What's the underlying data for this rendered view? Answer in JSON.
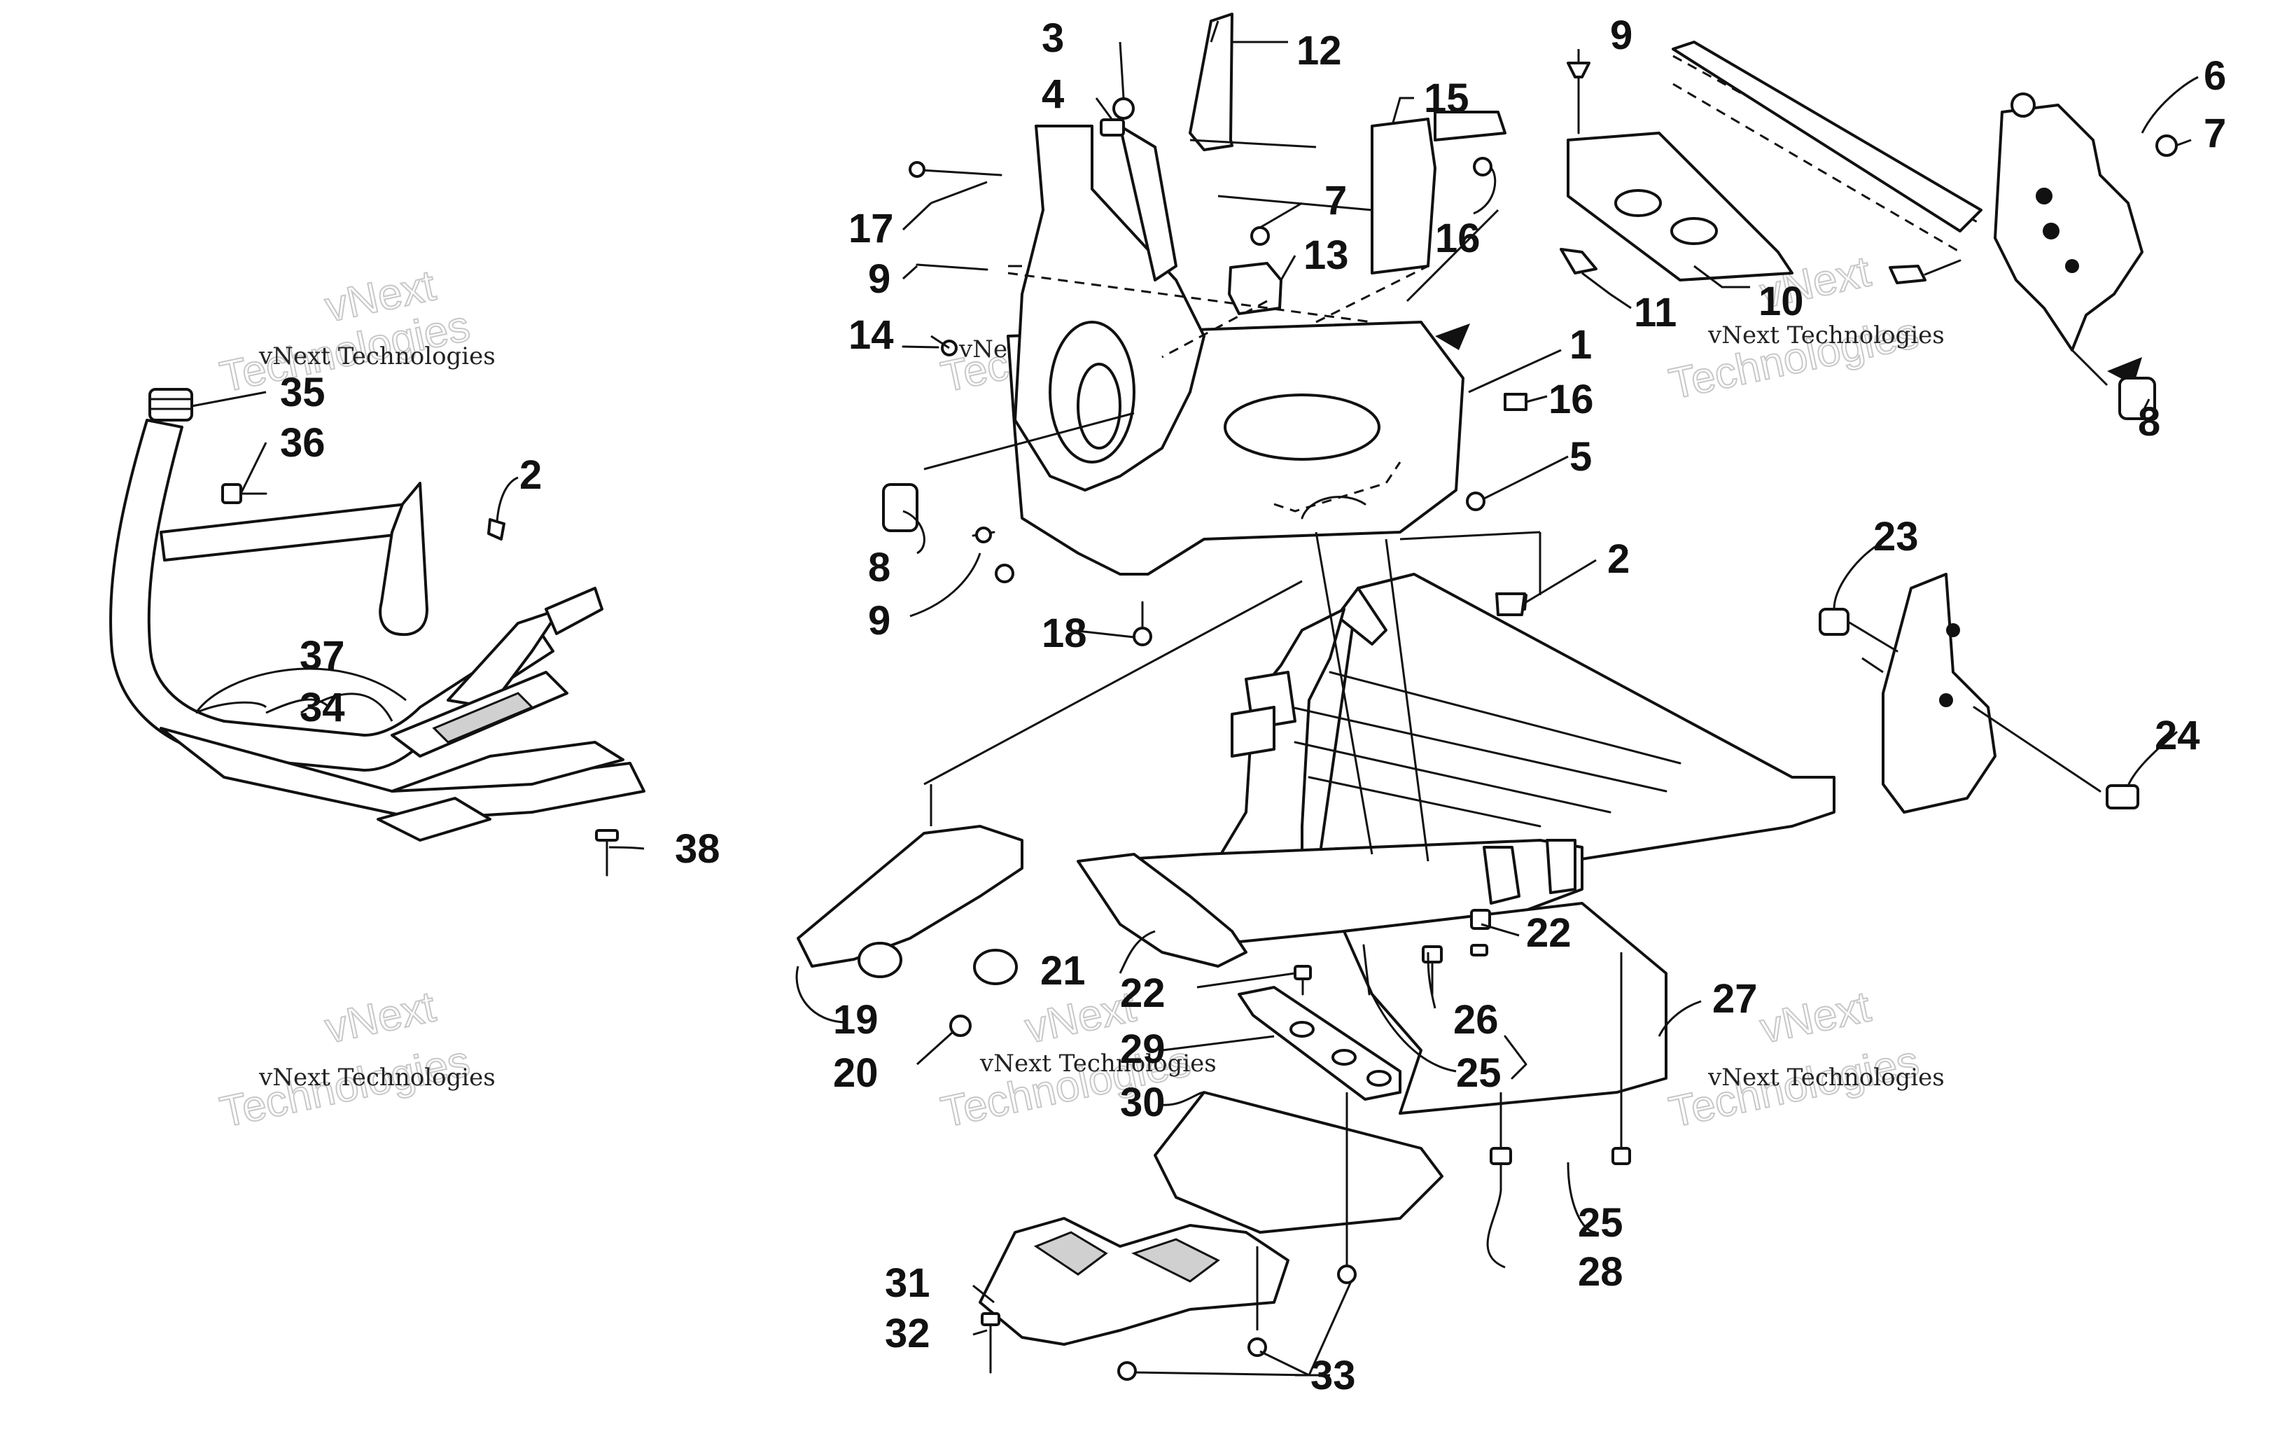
{
  "callouts": {
    "c1": "1",
    "c2a": "2",
    "c2b": "2",
    "c3": "3",
    "c4": "4",
    "c5": "5",
    "c6": "6",
    "c7a": "7",
    "c7b": "7",
    "c8a": "8",
    "c8b": "8",
    "c9a": "9",
    "c9b": "9",
    "c9c": "9",
    "c10": "10",
    "c11": "11",
    "c12": "12",
    "c13": "13",
    "c14": "14",
    "c15": "15",
    "c16a": "16",
    "c16b": "16",
    "c17": "17",
    "c18": "18",
    "c19": "19",
    "c20": "20",
    "c21": "21",
    "c22a": "22",
    "c22b": "22",
    "c23": "23",
    "c24": "24",
    "c25a": "25",
    "c25b": "25",
    "c26": "26",
    "c27": "27",
    "c28": "28",
    "c29": "29",
    "c30": "30",
    "c31": "31",
    "c32": "32",
    "c33": "33",
    "c34": "34",
    "c35": "35",
    "c36": "36",
    "c37": "37",
    "c38": "38"
  },
  "watermarks": {
    "line1": "vNext",
    "line2": "Technologies",
    "small": "vNext Technologies"
  }
}
